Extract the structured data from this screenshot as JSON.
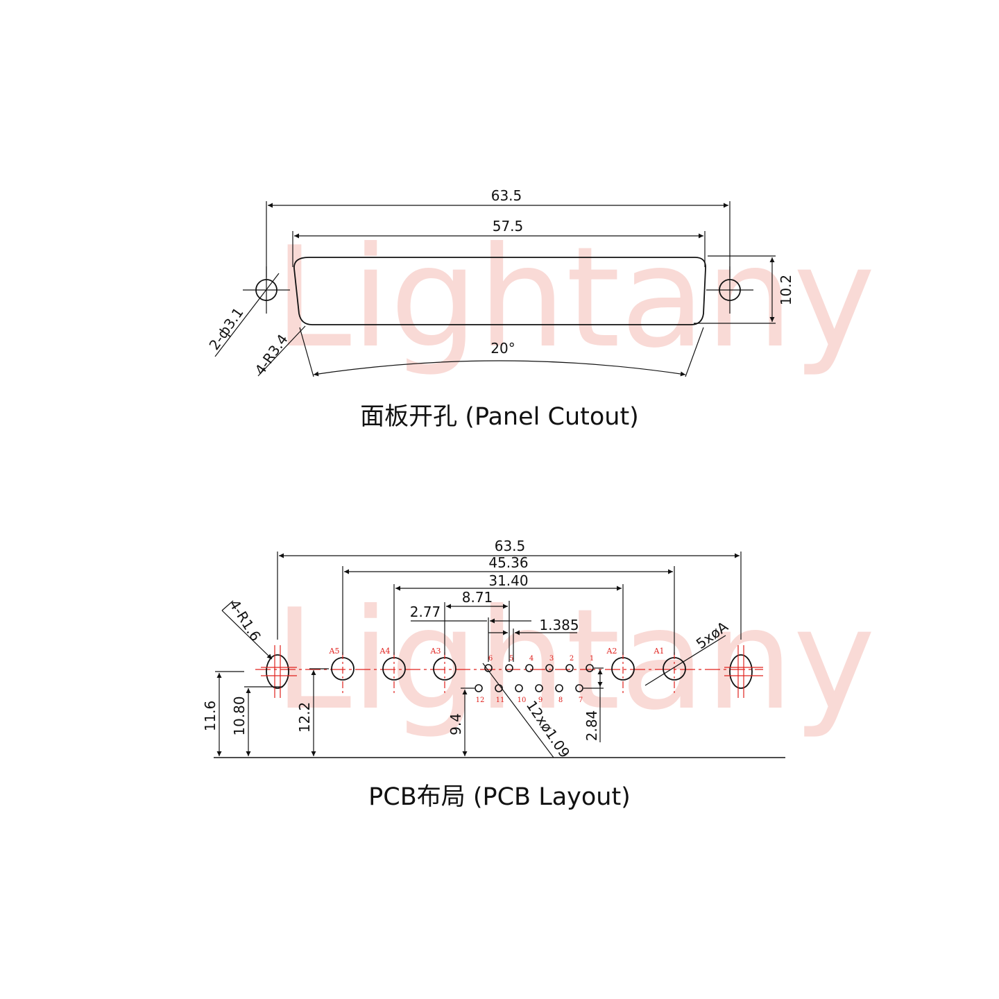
{
  "watermark": "Lightany",
  "colors": {
    "line": "#111111",
    "center_line": "#e0201c",
    "watermark": "#f9dad6"
  },
  "panel_cutout": {
    "caption": "面板开孔 (Panel Cutout)",
    "dims": {
      "overall_width": "63.5",
      "shell_width": "57.5",
      "height": "10.2",
      "angle": "20°",
      "hole_dia": "2-ф3.1",
      "corner_radius": "4-R3.4"
    }
  },
  "pcb_layout": {
    "caption": "PCB布局 (PCB Layout)",
    "dims": {
      "overall_width": "63.5",
      "a_span": "45.36",
      "inner_span": "31.40",
      "d1": "8.71",
      "d2": "2.77",
      "d3": "1.385",
      "v1": "11.6",
      "v2": "10.80",
      "v3": "12.2",
      "v4": "9.4",
      "v5": "2.84",
      "mount_radius": "4-R1.6",
      "coax_dia": "5xøA",
      "pin_dia": "12xø1.09"
    },
    "coax_labels": [
      "A5",
      "A4",
      "A3",
      "A2",
      "A1"
    ],
    "pins_top": [
      "6",
      "5",
      "4",
      "3",
      "2",
      "1"
    ],
    "pins_bottom": [
      "12",
      "11",
      "10",
      "9",
      "8",
      "7"
    ]
  }
}
